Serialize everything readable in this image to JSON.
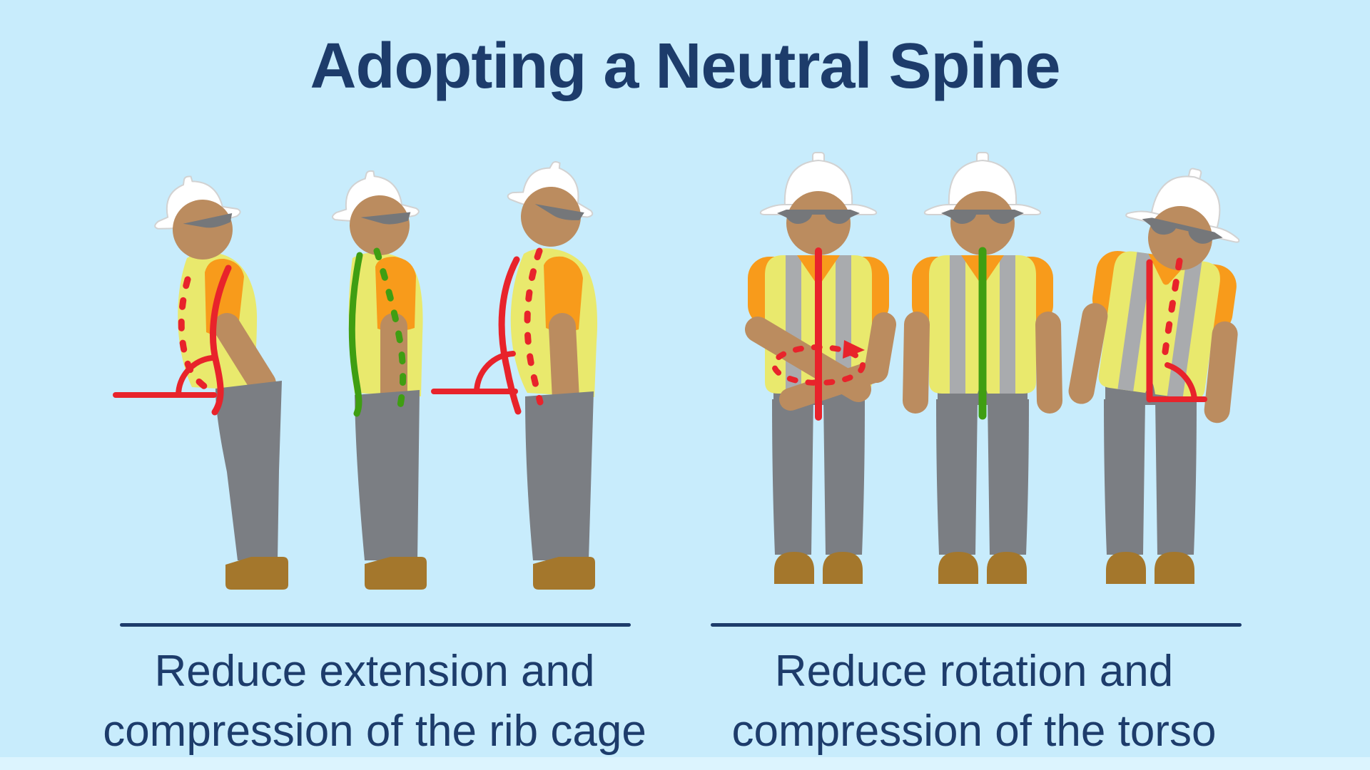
{
  "title": "Adopting a Neutral Spine",
  "sections": [
    {
      "caption_line1": "Reduce extension and",
      "caption_line2": "compression of the rib cage",
      "figures": [
        "worker-side-arched-back-icon",
        "worker-side-neutral-spine-icon",
        "worker-side-rounded-back-icon"
      ]
    },
    {
      "caption_line1": "Reduce rotation and",
      "caption_line2": "compression of the torso",
      "figures": [
        "worker-front-rotated-torso-icon",
        "worker-front-neutral-torso-icon",
        "worker-front-side-bent-icon"
      ]
    }
  ],
  "colors": {
    "bg": "#c8ecfc",
    "strip": "#dcf4fe",
    "navy": "#1d3c6b",
    "red": "#e8232b",
    "green": "#3f9e12",
    "vest": "#e9e96d",
    "stripe": "#a9abae",
    "orange": "#f89b1b",
    "skin": "#bb8c5f",
    "pants": "#7b7e83",
    "boot": "#a4772c",
    "hat": "#ffffff",
    "hatline": "#d2d2d2",
    "glasses": "#75777a"
  }
}
